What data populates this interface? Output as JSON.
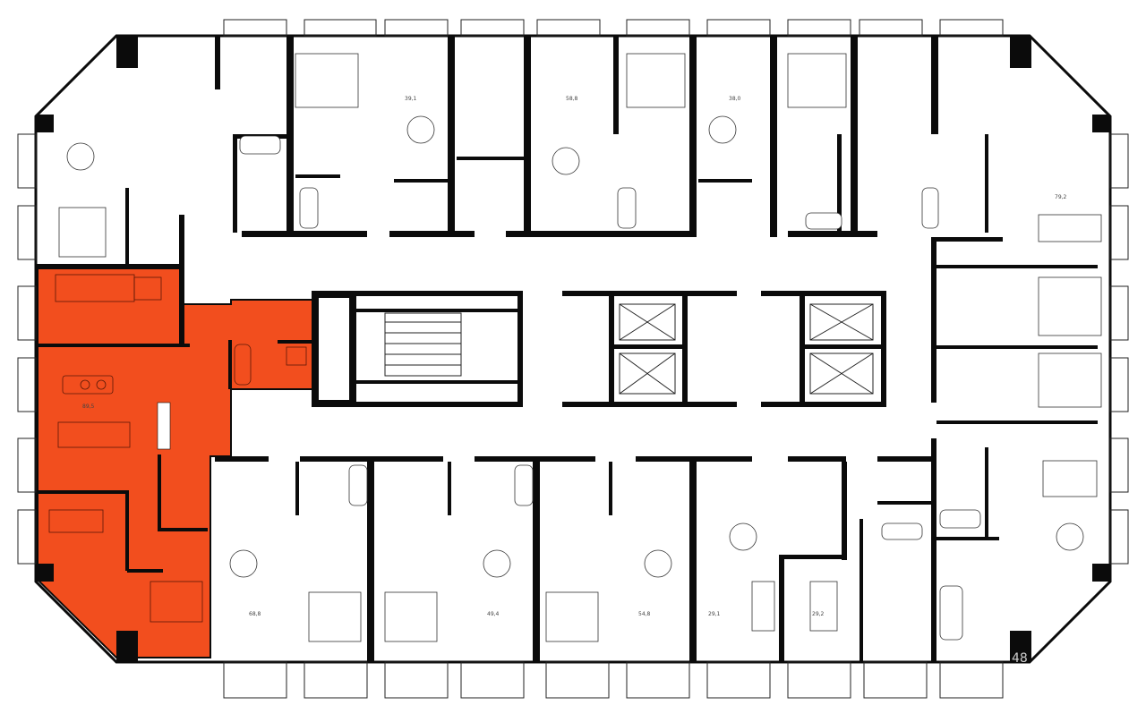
{
  "plan": {
    "highlight_color": "#f24e1e",
    "wall_color": "#0b0b0b",
    "background": "#ffffff",
    "area_labels": [
      {
        "id": "top-a1",
        "text": "39,1"
      },
      {
        "id": "top-a2",
        "text": "58,8"
      },
      {
        "id": "top-a3",
        "text": "38,0"
      },
      {
        "id": "right-a1",
        "text": "79,2"
      },
      {
        "id": "sel-a1",
        "text": "89,5"
      },
      {
        "id": "bot-a1",
        "text": "68,8"
      },
      {
        "id": "bot-a2",
        "text": "49,4"
      },
      {
        "id": "bot-a3",
        "text": "54,8"
      },
      {
        "id": "bot-a4",
        "text": "29,1"
      },
      {
        "id": "bot-a5",
        "text": "29,2"
      }
    ],
    "selected_apartment": {
      "label": "89,5"
    },
    "watermark": "48"
  }
}
